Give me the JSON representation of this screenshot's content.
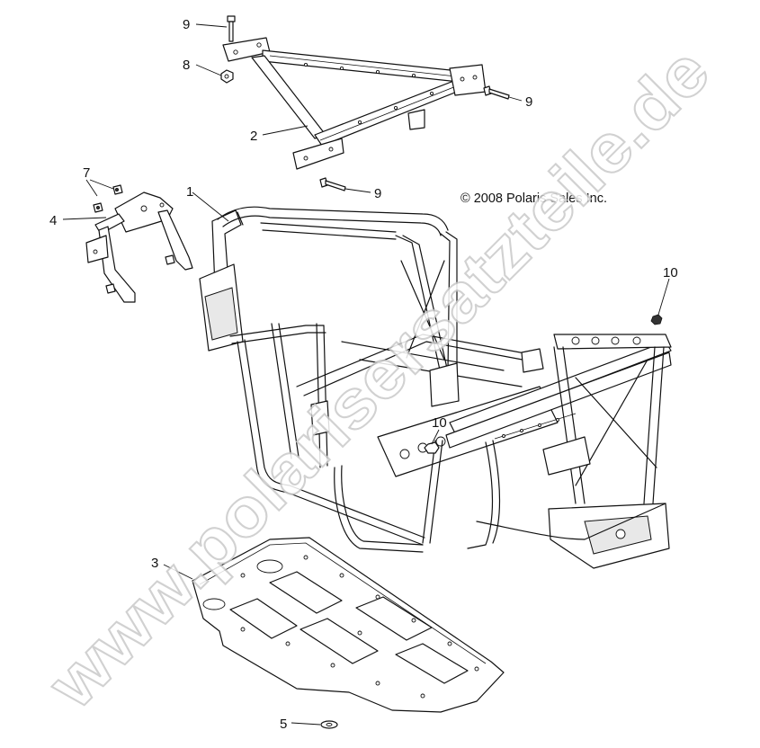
{
  "copyright": "© 2008 Polaris Sales Inc.",
  "watermark": "www.polarisersatzteile.de",
  "callouts": {
    "c9a": "9",
    "c8": "8",
    "c9b": "9",
    "c2": "2",
    "c9c": "9",
    "c7": "7",
    "c1": "1",
    "c4": "4",
    "c10a": "10",
    "c10b": "10",
    "c3": "3",
    "c5": "5"
  },
  "colors": {
    "line": "#111111",
    "background": "#ffffff",
    "watermark_outline": "#c9c9c9"
  }
}
